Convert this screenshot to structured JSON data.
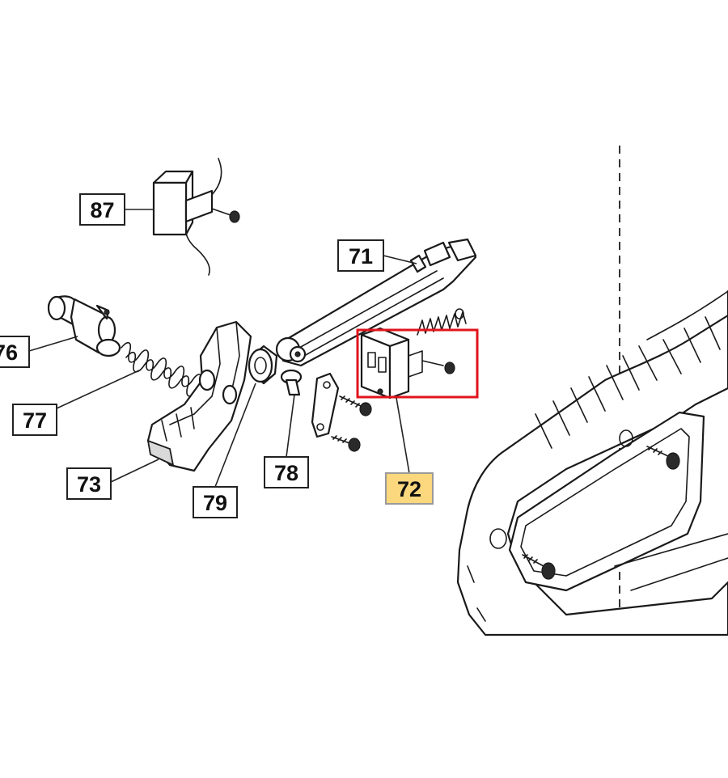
{
  "callouts": {
    "c87": "87",
    "c71": "71",
    "c76": "76",
    "c77": "77",
    "c73": "73",
    "c79": "79",
    "c78": "78",
    "c72": "72"
  },
  "highlight": {
    "part": "72",
    "box_color": "#e0141c",
    "label_fill": "#fbd77d"
  }
}
